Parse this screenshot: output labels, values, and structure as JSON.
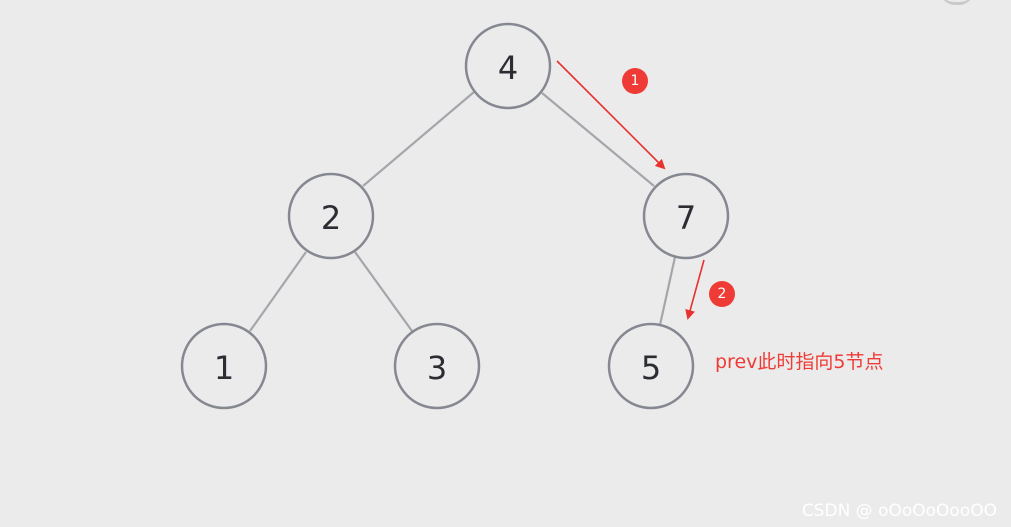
{
  "diagram": {
    "nodes": [
      {
        "id": "n4",
        "label": "4"
      },
      {
        "id": "n2",
        "label": "2"
      },
      {
        "id": "n7",
        "label": "7"
      },
      {
        "id": "n1",
        "label": "1"
      },
      {
        "id": "n3",
        "label": "3"
      },
      {
        "id": "n5",
        "label": "5"
      }
    ],
    "edges": [
      {
        "from": "n4",
        "to": "n2"
      },
      {
        "from": "n4",
        "to": "n7"
      },
      {
        "from": "n2",
        "to": "n1"
      },
      {
        "from": "n2",
        "to": "n3"
      },
      {
        "from": "n7",
        "to": "n5"
      }
    ],
    "steps": [
      {
        "label": "1",
        "from": "n4",
        "to": "n7"
      },
      {
        "label": "2",
        "from": "n7",
        "to": "n5"
      }
    ],
    "annotation": "prev此时指向5节点"
  },
  "watermark": "CSDN @ oOoOoOooOO",
  "colors": {
    "background": "#ebebeb",
    "node_stroke": "#868891",
    "edge": "#a4a6ab",
    "accent_red": "#ef3b36"
  }
}
